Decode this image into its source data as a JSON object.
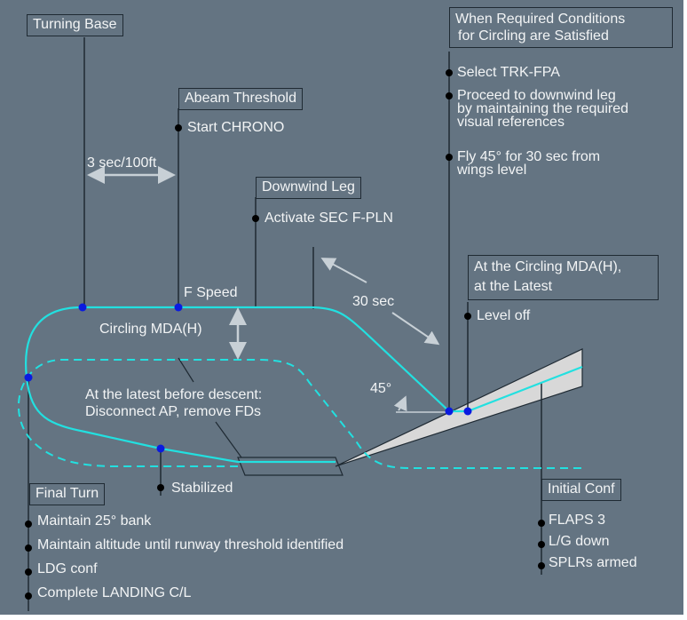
{
  "colors": {
    "background": "#647482",
    "flight_path": "#22e0e0",
    "waypoint": "#0a1ae0",
    "leader_line": "#1f2a33",
    "arrow": "#c8d0d6",
    "approach_cone": "#d8d8d8",
    "text": "#f2f4f5"
  },
  "callouts": {
    "turning_base": {
      "title": "Turning Base"
    },
    "abeam_threshold": {
      "title": "Abeam Threshold",
      "items": [
        "Start CHRONO"
      ]
    },
    "downwind_leg": {
      "title": "Downwind Leg",
      "items": [
        "Activate SEC F-PLN"
      ]
    },
    "conditions": {
      "title_line1": "When Required Conditions",
      "title_line2": "for Circling are Satisfied",
      "items": [
        "Select TRK-FPA",
        "Proceed to downwind leg by maintaining the required visual references",
        "Fly 45° for 30 sec from wings level"
      ],
      "item2_lines": [
        "Proceed to downwind leg",
        "by maintaining the required",
        "visual references"
      ],
      "item3_lines": [
        "Fly 45° for 30 sec from",
        "wings level"
      ]
    },
    "circling_mda": {
      "title_line1": "At the Circling MDA(H),",
      "title_line2": "at the Latest",
      "items": [
        "Level off"
      ]
    },
    "final_turn": {
      "title": "Final Turn",
      "items": [
        "Maintain 25° bank",
        "Maintain altitude until runway threshold identified",
        "LDG conf",
        "Complete LANDING C/L"
      ]
    },
    "initial_conf": {
      "title": "Initial Conf",
      "items": [
        "FLAPS 3",
        "L/G down",
        "SPLRs armed"
      ]
    }
  },
  "annotations": {
    "timing_rule": "3 sec/100ft",
    "f_speed": "F Speed",
    "circling_mda": "Circling MDA(H)",
    "outbound_time": "30 sec",
    "angle": "45°",
    "descent_note_line1": "At the latest before descent:",
    "descent_note_line2": "Disconnect AP, remove FDs",
    "stabilized": "Stabilized"
  }
}
